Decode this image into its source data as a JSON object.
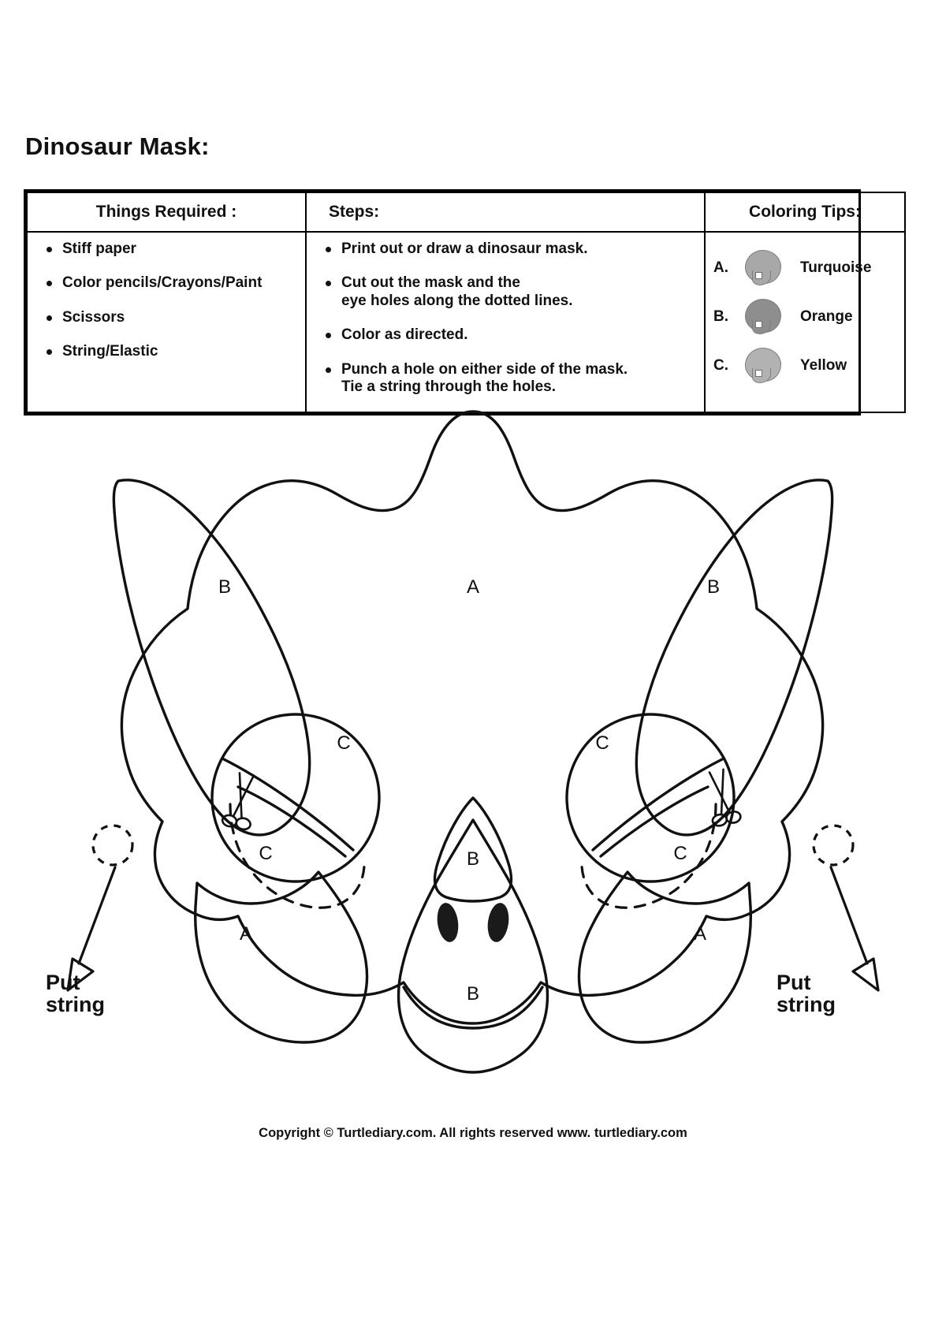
{
  "worksheet": {
    "title": "Dinosaur Mask:"
  },
  "table": {
    "headers": {
      "things": "Things Required :",
      "steps": "Steps:",
      "coloring": "Coloring Tips:"
    },
    "things_required": [
      "Stiff paper",
      "Color pencils/Crayons/Paint",
      "Scissors",
      "String/Elastic"
    ],
    "steps": [
      {
        "line1": "Print out or draw a dinosaur mask.",
        "line2": ""
      },
      {
        "line1": "Cut out the mask and the",
        "line2": "eye holes along the dotted lines."
      },
      {
        "line1": "Color as directed.",
        "line2": ""
      },
      {
        "line1": "Punch a hole on either side of the mask.",
        "line2": "Tie a string through the holes."
      }
    ],
    "coloring_tips": [
      {
        "letter": "A.",
        "color_name": "Turquoise",
        "swatch_hex": "#a8a8a8"
      },
      {
        "letter": "B.",
        "color_name": "Orange",
        "swatch_hex": "#8e8e8e"
      },
      {
        "letter": "C.",
        "color_name": "Yellow",
        "swatch_hex": "#b2b2b2"
      }
    ]
  },
  "mask": {
    "labels": {
      "frill_center": "A",
      "horn_left": "B",
      "horn_right": "B",
      "eye_left_upper": "C",
      "eye_left_lower": "C",
      "eye_right_upper": "C",
      "eye_right_lower": "C",
      "cheek_left": "A",
      "cheek_right": "A",
      "nose_horn": "B",
      "snout": "B"
    },
    "put_string_left": "Put\nstring",
    "put_string_left_line1": "Put",
    "put_string_left_line2": "string",
    "put_string_right_line1": "Put",
    "put_string_right_line2": "string"
  },
  "footer": {
    "text": "Copyright © Turtlediary.com. All rights reserved   www. turtlediary.com"
  }
}
